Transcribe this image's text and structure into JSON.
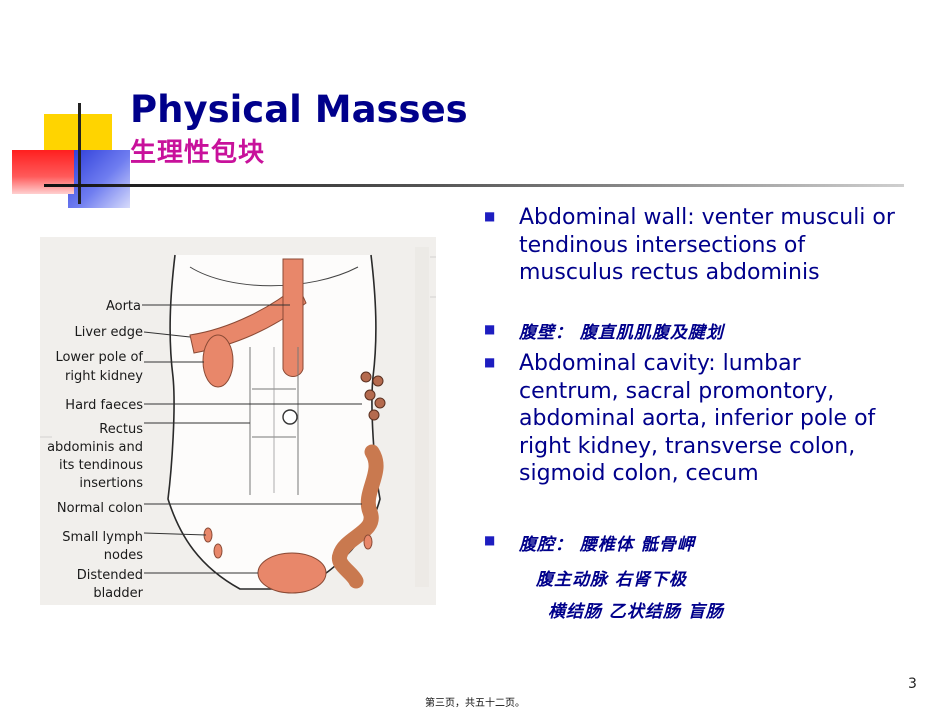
{
  "slide": {
    "title": "Physical Masses",
    "subtitle": "生理性包块",
    "page_number": "3",
    "footer": "第三页，共五十二页。"
  },
  "figure": {
    "labels": [
      "Aorta",
      "Liver edge",
      "Lower pole of",
      "right kidney",
      "Hard faeces",
      "Rectus",
      "abdominis and",
      "its tendinous",
      "insertions",
      "Normal colon",
      "Small lymph",
      "nodes",
      "Distended",
      "bladder"
    ]
  },
  "bullets": {
    "b1": "Abdominal wall: venter musculi or tendinous intersections of musculus rectus abdominis",
    "b2": "腹壁： 腹直肌肌腹及腱划",
    "b3": "Abdominal cavity: lumbar centrum, sacral promontory, abdominal aorta, inferior pole of right kidney, transverse colon, sigmoid colon, cecum",
    "b4_line1": "腹腔： 腰椎体 骶骨岬",
    "b4_line2": "腹主动脉 右肾下极",
    "b4_line3": "横结肠 乙状结肠 盲肠"
  },
  "colors": {
    "title": "#00008b",
    "subtitle": "#c8119b",
    "bullet": "#1d1dc0",
    "organ": "#e8876a"
  }
}
